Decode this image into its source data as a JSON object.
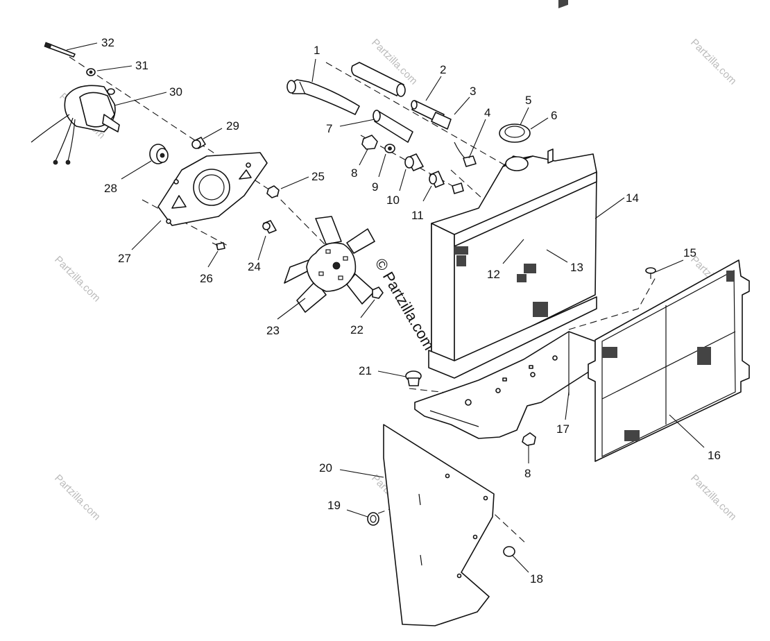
{
  "watermark": {
    "brand": "Partzilla.com",
    "center_text": "© Partzilla.com"
  },
  "callouts": [
    "1",
    "2",
    "3",
    "4",
    "5",
    "6",
    "7",
    "8",
    "9",
    "10",
    "11",
    "12",
    "13",
    "14",
    "15",
    "16",
    "17",
    "18",
    "19",
    "20",
    "21",
    "22",
    "23",
    "24",
    "25",
    "26",
    "27",
    "28",
    "29",
    "30",
    "31",
    "32",
    "8"
  ]
}
